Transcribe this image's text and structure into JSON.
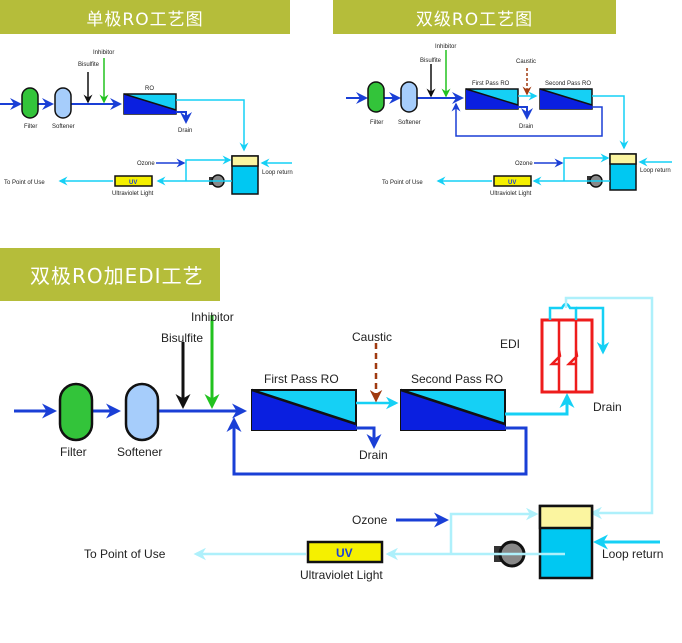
{
  "panels": {
    "single": {
      "title": "单极RO工艺图",
      "labels": {
        "inhibitor": "Inhibitor",
        "bisulfite": "Bisulfite",
        "ro": "RO",
        "filter": "Filter",
        "softener": "Softener",
        "drain": "Drain",
        "ozone": "Ozone",
        "loop_return": "Loop return",
        "to_point_of_use": "To Point of Use",
        "uv": "UV",
        "ultraviolet_light": "Ultraviolet Light"
      }
    },
    "double": {
      "title": "双级RO工艺图",
      "labels": {
        "inhibitor": "Inhibitor",
        "bisulfite": "Bisulfite",
        "caustic": "Caustic",
        "first_pass": "First Pass RO",
        "second_pass": "Second Pass RO",
        "filter": "Filter",
        "softener": "Softener",
        "drain": "Drain",
        "ozone": "Ozone",
        "loop_return": "Loop return",
        "to_point_of_use": "To Point of Use",
        "uv": "UV",
        "ultraviolet_light": "Ultraviolet Light"
      }
    },
    "edi": {
      "title": "双极RO加EDI工艺",
      "labels": {
        "inhibitor": "Inhibitor",
        "bisulfite": "Bisulfite",
        "caustic": "Caustic",
        "first_pass": "First Pass RO",
        "second_pass": "Second Pass RO",
        "edi": "EDI",
        "filter": "Filter",
        "softener": "Softener",
        "drain1": "Drain",
        "drain2": "Drain",
        "ozone": "Ozone",
        "loop_return": "Loop return",
        "to_point_of_use": "To Point of Use",
        "uv": "UV",
        "ultraviolet_light": "Ultraviolet Light"
      }
    }
  },
  "colors": {
    "banner": "#b5bd3a",
    "feed_blue": "#1a3fd6",
    "permeate_cyan": "#15d0f5",
    "light_cyan": "#aef0fb",
    "filter_green": "#33c43a",
    "softener_blue": "#a6cdfb",
    "inhibitor_green": "#22c21f",
    "caustic_brown": "#a03a10",
    "edi_red": "#ee1c1c",
    "uv_yellow": "#f5f000",
    "tank_top": "#fbf5a0",
    "tank_water": "#00c8f2"
  }
}
